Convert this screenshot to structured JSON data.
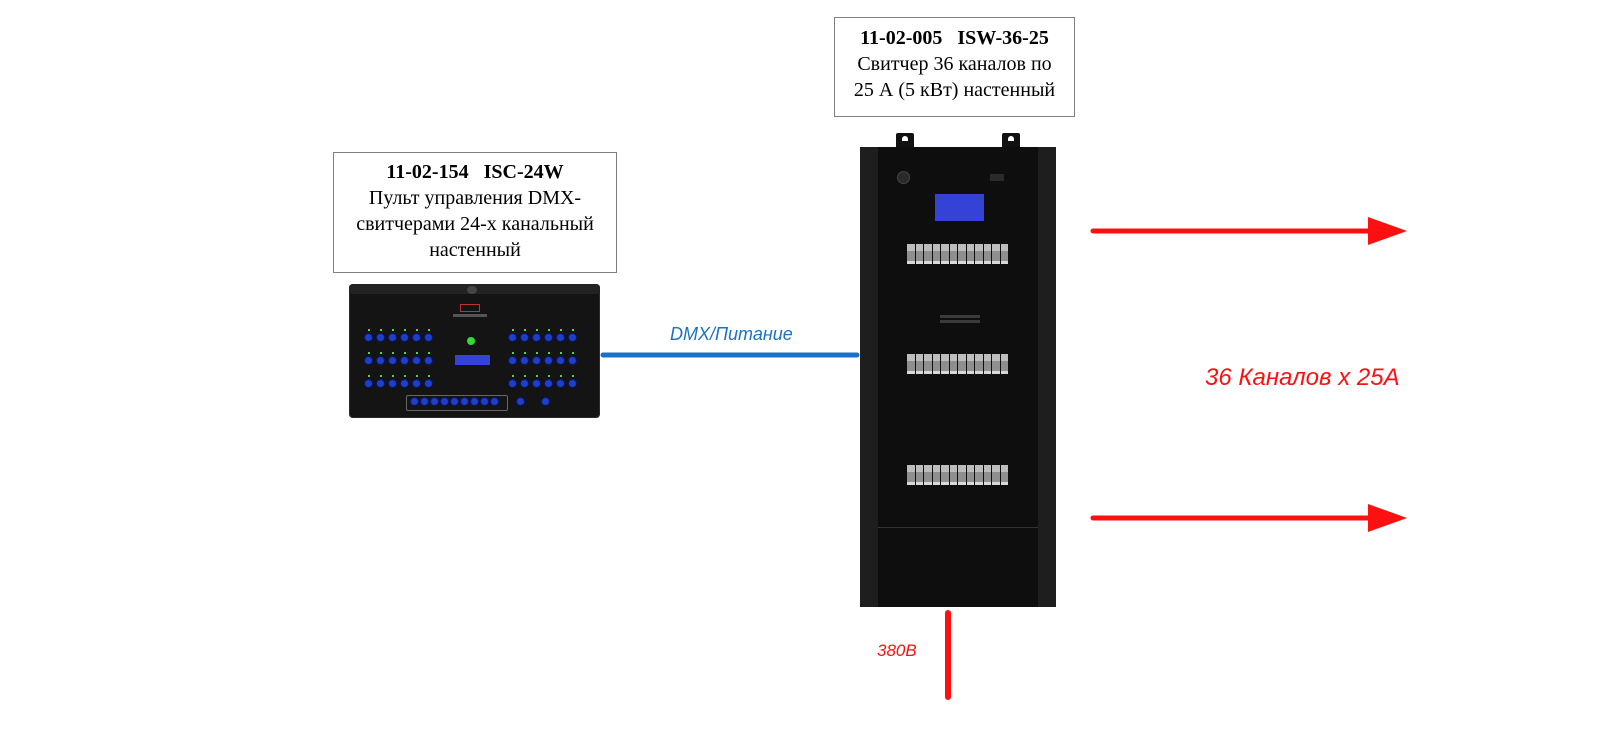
{
  "controller": {
    "code_line": "11-02-154   ISC-24W",
    "desc_lines": [
      "Пульт управления DMX-",
      "свитчерами 24-х канальный",
      "настенный"
    ]
  },
  "switcher": {
    "code_line": "11-02-005   ISW-36-25",
    "desc_lines": [
      "Свитчер 36 каналов по",
      "25 А (5 кВт) настенный"
    ]
  },
  "connections": {
    "dmx_label": "DMX/Питание",
    "output_label": "36 Каналов х 25А",
    "power_label": "380В"
  },
  "colors": {
    "dmx_line": "#1a72c4",
    "output_arrow": "#ff1010",
    "power_line": "#ff1010",
    "dmx_label_color": "#1a72c4",
    "red_label_color": "#ff1010"
  }
}
